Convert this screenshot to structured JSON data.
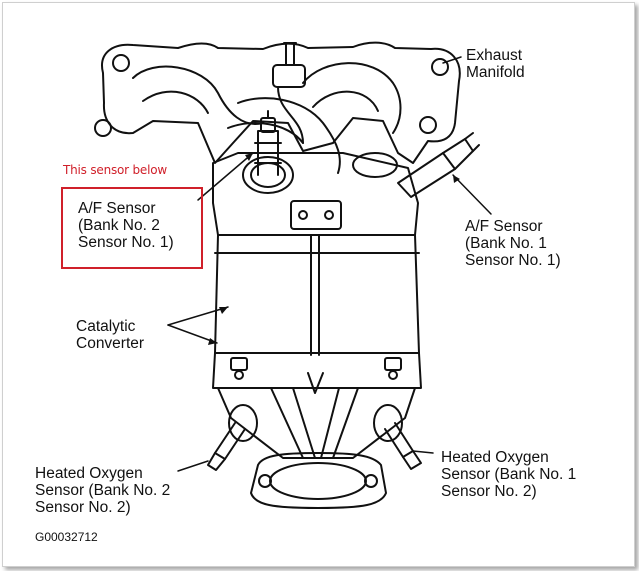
{
  "labels": {
    "exhaust_manifold": "Exhaust\nManifold",
    "annotation": "This sensor below",
    "af_sensor_bank2": "A/F Sensor\n(Bank No. 2\nSensor No. 1)",
    "af_sensor_bank1": "A/F Sensor\n(Bank No. 1\nSensor No. 1)",
    "catalytic_converter": "Catalytic\nConverter",
    "ho2s_bank2": "Heated Oxygen\nSensor (Bank No. 2\nSensor No. 2)",
    "ho2s_bank1": "Heated Oxygen\nSensor (Bank No. 1\nSensor No. 2)",
    "figure_code": "G00032712"
  },
  "colors": {
    "annotation": "#d0202a",
    "line_art": "#111111",
    "background": "#ffffff"
  }
}
